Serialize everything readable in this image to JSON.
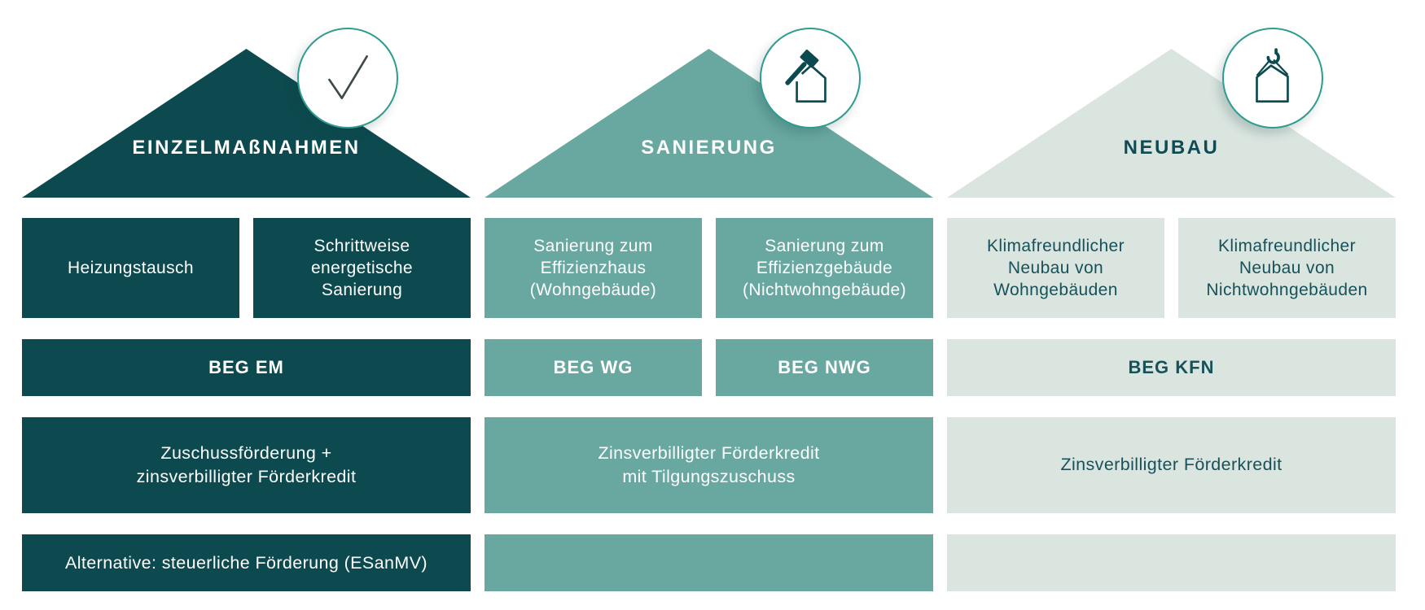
{
  "colors": {
    "dark_teal": "#0C4A4F",
    "medium_teal": "#68A8A1",
    "light_green": "#DBE5E0",
    "circle_border_teal": "#2E9C8E",
    "check_stroke": "#3E4B49",
    "light_box_text": "#175159",
    "white": "#FFFFFF"
  },
  "sections": [
    {
      "id": "einzelmassnahmen",
      "title": "EINZELMAßNAHMEN",
      "icon": "checkmark-icon",
      "color": "#0C4A4F",
      "measures": [
        "Heizungstausch",
        "Schrittweise\nenergetische\nSanierung"
      ],
      "programs": [
        "BEG EM"
      ],
      "funding": "Zuschussförderung +\nzinsverbilligter Förderkredit",
      "note": "Alternative: steuerliche Förderung (ESanMV)"
    },
    {
      "id": "sanierung",
      "title": "SANIERUNG",
      "icon": "hammer-house-icon",
      "color": "#68A8A1",
      "measures": [
        "Sanierung zum\nEffizienzhaus\n(Wohngebäude)",
        "Sanierung zum\nEffizienzgebäude\n(Nichtwohngebäude)"
      ],
      "programs": [
        "BEG WG",
        "BEG NWG"
      ],
      "funding": "Zinsverbilligter Förderkredit\nmit Tilgungszuschuss",
      "note": ""
    },
    {
      "id": "neubau",
      "title": "NEUBAU",
      "icon": "crane-hook-house-icon",
      "color": "#DBE5E0",
      "measures": [
        "Klimafreundlicher\nNeubau von\nWohngebäuden",
        "Klimafreundlicher\nNeubau von\nNichtwohngebäuden"
      ],
      "programs": [
        "BEG KFN"
      ],
      "funding": "Zinsverbilligter Förderkredit",
      "note": ""
    }
  ]
}
